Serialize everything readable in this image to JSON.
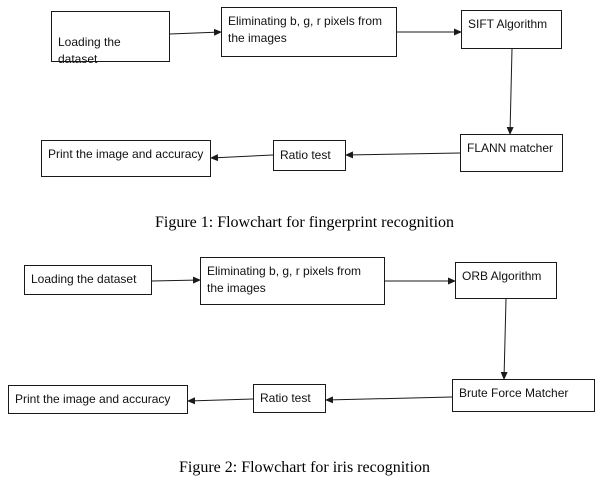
{
  "figure1": {
    "caption": "Figure 1: Flowchart for fingerprint recognition",
    "nodes": {
      "load": "Loading the dataset",
      "eliminate": "Eliminating b, g, r pixels from the images",
      "algorithm": "SIFT Algorithm",
      "matcher": "FLANN matcher",
      "ratio": "Ratio test",
      "print": "Print the image and accuracy"
    }
  },
  "figure2": {
    "caption": "Figure 2: Flowchart for iris recognition",
    "nodes": {
      "load": "Loading the dataset",
      "eliminate": "Eliminating b, g, r pixels from the images",
      "algorithm": "ORB Algorithm",
      "matcher": "Brute Force Matcher",
      "ratio": "Ratio test",
      "print": "Print the image and accuracy"
    }
  }
}
